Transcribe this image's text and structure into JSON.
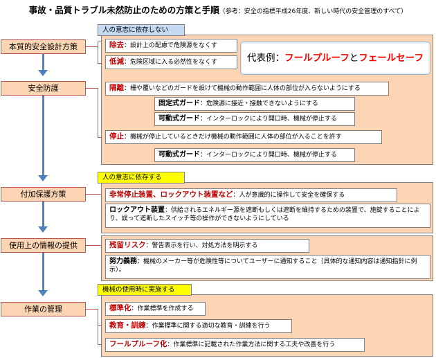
{
  "title": {
    "main": "事故・品質トラブル未然防止のための方策と手順",
    "ref": "（参考：安全の指標平成26年度、新しい時代の安全管理のすべて）"
  },
  "steps": [
    "本質的安全設計方策",
    "安全防護",
    "付加保護方策",
    "使用上の情報の提供",
    "作業の管理"
  ],
  "section1": {
    "header": "人の意志に依存しない",
    "items": [
      {
        "kw": "除去",
        "text": "：設計上の配慮で危険源をなくす"
      },
      {
        "kw": "低減",
        "text": "：危険区域に入る必然性をなくす"
      }
    ],
    "example": {
      "prefix": "代表例：",
      "a": "フールプルーフ",
      "mid": "と",
      "b": "フェールセーフ"
    },
    "isolation": {
      "kw": "隔離",
      "text": "：柵や覆いなどのガードを設けて機械の動作範囲に人体の部位が入らないようにする"
    },
    "guards": [
      {
        "kw": "固定式ガード",
        "text": "：危険源に接近・接触できないようにする"
      },
      {
        "kw": "可動式ガード",
        "text": "：インターロックにより開口時、機械が停止する"
      }
    ],
    "stop": {
      "kw": "停止",
      "text": "：機械が停止しているときだけ機械の動作範囲に人体の部位が入ることを許す"
    },
    "stop_guard": {
      "kw": "可動式ガード",
      "text": "：インターロックにより開口時、機械が停止する"
    }
  },
  "section2": {
    "header": "人の意志に依存する",
    "emergency": {
      "kw": "非常停止装置、ロックアウト装置など",
      "text": "：人が意識的に操作して安全を確保する"
    },
    "lockout": {
      "kw": "ロックアウト装置",
      "text": "：供給されるエネルギー源を遮断もしくは遮断を維持するための装置で、施錠することにより、誤って遮断したスイッチ等の操作ができないようにしている"
    },
    "residual": {
      "kw": "残留リスク",
      "text": "：警告表示を行い、対処方法を明示する"
    },
    "duty": {
      "kw": "努力義務",
      "text": "：機械のメーカー等が危険性等についてユーザーに通知すること（具体的な通知内容は通知指針に例示）。"
    }
  },
  "section3": {
    "header": "機械の使用時に実施する",
    "items": [
      {
        "kw": "標準化",
        "text": "：作業標準を作成する"
      },
      {
        "kw": "教育・訓練",
        "text": "：作業標準に関する適切な教育・訓練を行う"
      },
      {
        "kw": "フールプルーフ化",
        "text": "：作業標準に記載された作業方法に関する工夫や改善を行う"
      }
    ]
  }
}
